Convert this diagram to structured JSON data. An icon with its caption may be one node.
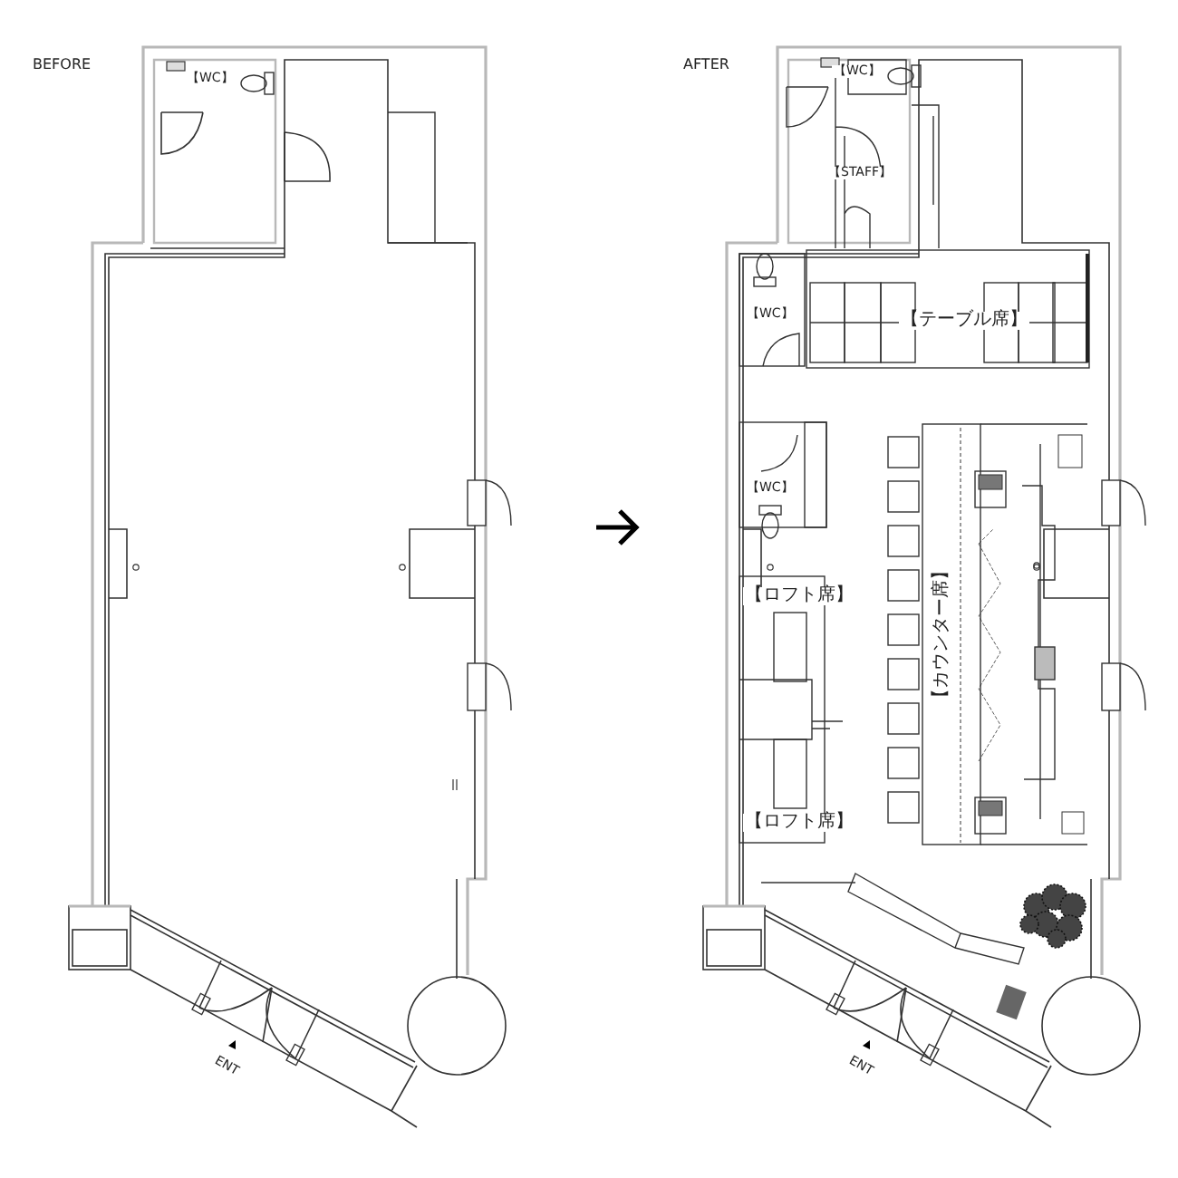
{
  "diagram": {
    "labels": [
      "BEFORE",
      "【WC】",
      "ENT",
      "AFTER",
      "【WC】",
      "【STAFF】",
      "【WC】",
      "【テーブル席】",
      "【WC】",
      "【ロフト席】",
      "【カウンター席】",
      "【ロフト席】",
      "ENT"
    ]
  }
}
